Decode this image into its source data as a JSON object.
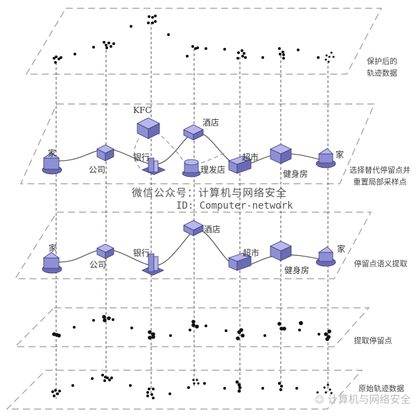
{
  "layers": [
    {
      "id": "protected",
      "label_line1": "保护后的",
      "label_line2": "轨迹数据"
    },
    {
      "id": "replace",
      "label_line1": "选择替代停留点并",
      "label_line2": "重置局部采样点"
    },
    {
      "id": "semantic",
      "label_line1": "停留点语义提取",
      "label_line2": ""
    },
    {
      "id": "stay",
      "label_line1": "提取停留点",
      "label_line2": ""
    },
    {
      "id": "raw",
      "label_line1": "原始轨迹数据",
      "label_line2": ""
    }
  ],
  "replace_layer": {
    "places": {
      "home1": "家",
      "company": "公司",
      "kfc": "KFC",
      "bank": "银行",
      "hotel": "酒店",
      "barber": "理发店",
      "supermarket": "超市",
      "gym": "健身房",
      "home2": "家"
    }
  },
  "semantic_layer": {
    "places": {
      "home1": "家",
      "company": "公司",
      "bank": "银行",
      "hotel": "酒店",
      "supermarket": "超市",
      "gym": "健身房",
      "home2": "家"
    }
  },
  "watermark": {
    "line1": "微信公众号：计算机与网络安全",
    "line2": "ID: Computer-network",
    "corner": "计算机与网络安全"
  },
  "colors": {
    "building": "#8f8fd6",
    "building_outline": "#3b3b6e",
    "dashed": "#9a9a9a",
    "dot": "#111111"
  }
}
